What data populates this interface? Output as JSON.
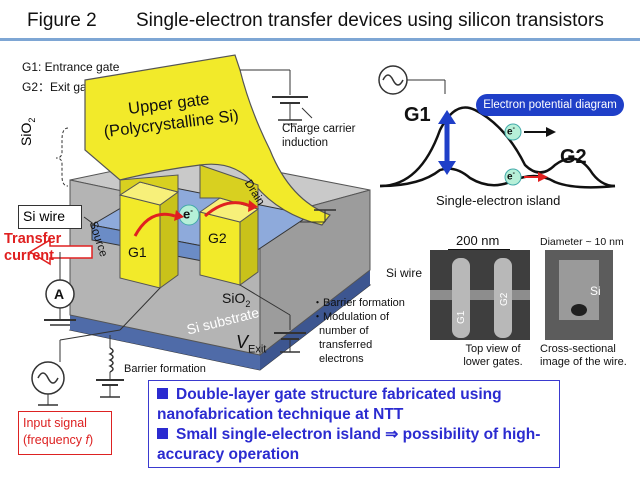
{
  "title": {
    "figure": "Figure 2",
    "text": "Single-electron transfer devices using silicon transistors"
  },
  "legend": {
    "g1": "G1: Entrance gate",
    "g2": "G2：Exit gate"
  },
  "device": {
    "upper_gate_line1": "Upper gate",
    "upper_gate_line2": "(Polycrystalline Si)",
    "sio2_top": "SiO",
    "sio2_sub": "2",
    "charge_line1": "Charge carrier",
    "charge_line2": "induction",
    "si_wire": "Si wire",
    "transfer_line1": "Transfer",
    "transfer_line2": "current",
    "source": "Source",
    "drain": "Drain",
    "electron": "e",
    "electron_sup": "-",
    "g1": "G1",
    "g2": "G2",
    "sio2_mid": "SiO",
    "sio2_mid_sub": "2",
    "si_substrate": "Si substrate",
    "ammeter": "A",
    "barrier_formation": "Barrier formation",
    "vexit_v": "V",
    "vexit_sub": "Exit",
    "notes": [
      "・Barrier formation",
      "・Modulation of",
      "number of",
      "transferred",
      "electrons"
    ],
    "input_line1": "Input signal",
    "input_line2": "(frequency ",
    "input_f": "f",
    "input_end": ")"
  },
  "potential": {
    "badge": "Electron potential diagram",
    "g1": "G1",
    "g2": "G2",
    "electron": "e",
    "electron_sup": "-",
    "island": "Single-electron island"
  },
  "images": {
    "scale": "200 nm",
    "si_wire": "Si wire",
    "g1": "G1",
    "g2": "G2",
    "caption1_line1": "Top view of",
    "caption1_line2": "lower gates.",
    "diameter": "Diameter ~ 10 nm",
    "si": "Si",
    "caption2_line1": "Cross-sectional",
    "caption2_line2": "image of the wire."
  },
  "summary": [
    "Double-layer gate structure fabricated using",
    "nanofabrication technique at NTT",
    "Small single-electron island ⇒ possibility of high-",
    "accuracy operation"
  ],
  "colors": {
    "accent_blue": "#2b2bd0",
    "gate_yellow": "#f2ea2a",
    "red": "#e02020",
    "rule": "#7ea6d4"
  }
}
